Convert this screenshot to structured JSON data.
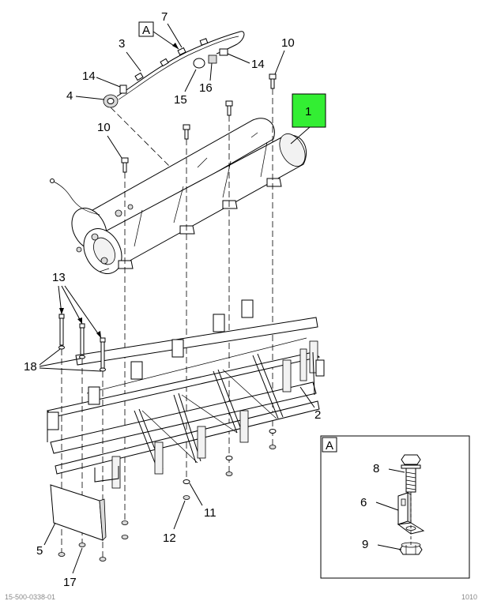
{
  "diagram": {
    "callouts": {
      "c1": "1",
      "c2": "2",
      "c3": "3",
      "c4": "4",
      "c5": "5",
      "c6": "6",
      "c7": "7",
      "c8": "8",
      "c9": "9",
      "c10a": "10",
      "c10b": "10",
      "c11": "11",
      "c12": "12",
      "c13": "13",
      "c14a": "14",
      "c14b": "14",
      "c15": "15",
      "c16": "16",
      "c17": "17",
      "c18": "18"
    },
    "detail_label_main": "A",
    "detail_label_inset": "A",
    "highlight_color": "#33ee33"
  },
  "footer": {
    "left_code": "15-500-0338-01",
    "right_code": "1010"
  }
}
